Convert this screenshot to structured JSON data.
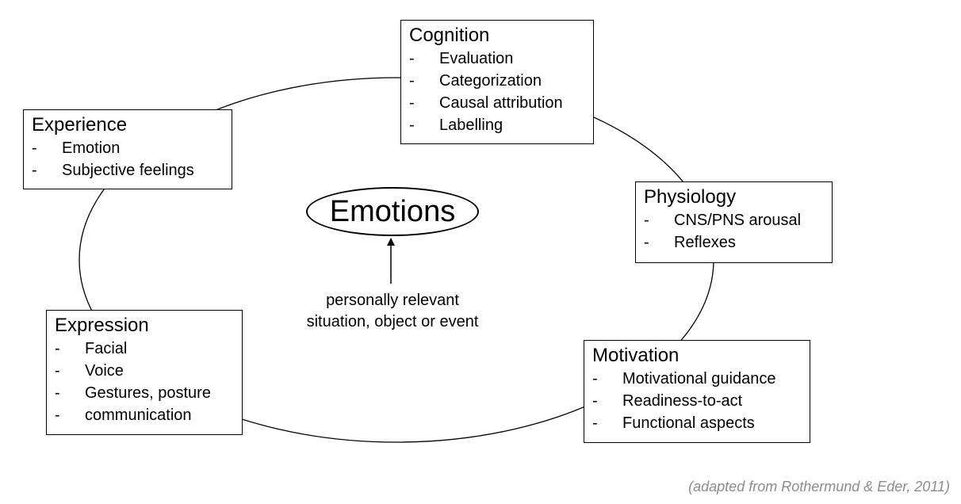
{
  "center": {
    "label": "Emotions"
  },
  "trigger": {
    "line1": "personally relevant",
    "line2": "situation, object or event"
  },
  "components": {
    "cognition": {
      "title": "Cognition",
      "items": [
        "Evaluation",
        "Categorization",
        "Causal attribution",
        "Labelling"
      ]
    },
    "experience": {
      "title": "Experience",
      "items": [
        "Emotion",
        "Subjective feelings"
      ]
    },
    "physiology": {
      "title": "Physiology",
      "items": [
        "CNS/PNS arousal",
        "Reflexes"
      ]
    },
    "expression": {
      "title": "Expression",
      "items": [
        "Facial",
        "Voice",
        "Gestures, posture",
        "communication"
      ]
    },
    "motivation": {
      "title": "Motivation",
      "items": [
        "Motivational guidance",
        "Readiness-to-act",
        "Functional aspects"
      ]
    }
  },
  "citation": "(adapted from Rothermund & Eder, 2011)",
  "colors": {
    "line": "#000000",
    "citation": "#8c8c8c"
  }
}
